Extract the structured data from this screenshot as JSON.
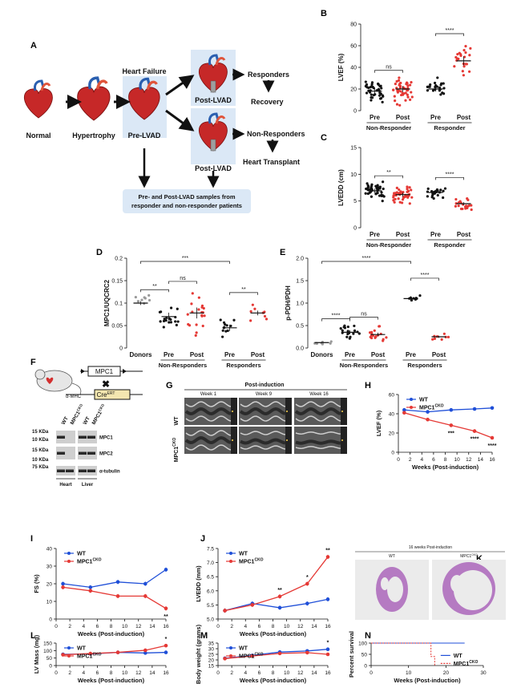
{
  "colors": {
    "black": "#111111",
    "red": "#e53935",
    "blue": "#1f4fd8",
    "heart": "#c62828",
    "box": "#dbe8f6"
  },
  "panelA": {
    "letter": "A",
    "stages": [
      "Normal",
      "Hypertrophy",
      "Pre-LVAD",
      "Post-LVAD",
      "Post-LVAD"
    ],
    "heart_failure": "Heart Failure",
    "outcomes": [
      "Responders",
      "Recovery",
      "Non-Responders",
      "Heart Transplant"
    ],
    "samples": [
      "Pre- and Post-LVAD samples from",
      "responder and non-responder patients"
    ]
  },
  "panelF": {
    "letter": "F",
    "mpc1_label": "MPC1",
    "alpha_mhc": "α-MHC",
    "cre": "Cre",
    "cre_sup": "ERT",
    "lanes": [
      "WT",
      "MPC1CKO",
      "WT",
      "MPC1CKO"
    ],
    "kda": [
      "15 KDa",
      "10 KDa",
      "15 KDa",
      "10 KDa",
      "75 KDa"
    ],
    "bands": [
      "MPC1",
      "MPC2",
      "α-tubulin"
    ],
    "tissues": [
      "Heart",
      "Liver"
    ]
  },
  "panelG": {
    "letter": "G",
    "title": "Post-induction",
    "weeks": [
      "Week 1",
      "Week 9",
      "Week 16"
    ],
    "rows": [
      "WT",
      "MPC1CKO"
    ]
  },
  "panelK": {
    "letter": "K",
    "title": "16 weeks Post-induction",
    "labels": [
      "WT",
      "MPC1CKO"
    ]
  },
  "chart_data": [
    {
      "panel": "B",
      "type": "scatter",
      "ylabel": "LVEF (%)",
      "ylim": [
        0,
        80
      ],
      "yticks": [
        0,
        20,
        40,
        60,
        80
      ],
      "categories": [
        "Pre",
        "Post",
        "Pre",
        "Post"
      ],
      "groups": [
        "Non-Responder",
        "Responder"
      ],
      "series": [
        {
          "means": [
            18,
            20,
            20,
            46
          ],
          "colors": [
            "black",
            "red",
            "black",
            "red"
          ],
          "n": [
            40,
            45,
            22,
            22
          ],
          "spread": [
            8,
            8,
            7,
            12
          ]
        }
      ],
      "annotations": [
        {
          "from": 0,
          "to": 1,
          "text": "ns"
        },
        {
          "from": 2,
          "to": 3,
          "text": "****"
        }
      ]
    },
    {
      "panel": "C",
      "type": "scatter",
      "ylabel": "LVEDD (cm)",
      "ylim": [
        0,
        15
      ],
      "yticks": [
        0,
        5,
        10,
        15
      ],
      "categories": [
        "Pre",
        "Post",
        "Pre",
        "Post"
      ],
      "groups": [
        "Non-Responder",
        "Responder"
      ],
      "series": [
        {
          "means": [
            6.9,
            6.2,
            6.6,
            4.5
          ],
          "colors": [
            "black",
            "red",
            "black",
            "red"
          ],
          "n": [
            40,
            45,
            22,
            22
          ],
          "spread": [
            1.2,
            1.1,
            1.0,
            0.8
          ]
        }
      ],
      "annotations": [
        {
          "from": 0,
          "to": 1,
          "text": "**"
        },
        {
          "from": 2,
          "to": 3,
          "text": "****"
        }
      ]
    },
    {
      "panel": "D",
      "type": "scatter",
      "ylabel": "MPC1/UQCRC2",
      "ylim": [
        0,
        0.2
      ],
      "yticks": [
        0.0,
        0.05,
        0.1,
        0.15,
        0.2
      ],
      "categories": [
        "Donors",
        "Pre",
        "Post",
        "Pre",
        "Post"
      ],
      "groups": [
        "Non-Responders",
        "Responders"
      ],
      "series": [
        {
          "means": [
            0.1,
            0.07,
            0.078,
            0.045,
            0.078
          ],
          "colors": [
            "gray",
            "black",
            "red",
            "black",
            "red"
          ],
          "n": [
            8,
            18,
            20,
            12,
            8
          ],
          "spread": [
            0.012,
            0.025,
            0.035,
            0.02,
            0.015
          ]
        }
      ],
      "annotations": [
        {
          "from": 0,
          "to": 1,
          "text": "**"
        },
        {
          "from": 1,
          "to": 2,
          "text": "ns"
        },
        {
          "from": 0,
          "to": 3,
          "text": "***"
        },
        {
          "from": 3,
          "to": 4,
          "text": "**"
        }
      ]
    },
    {
      "panel": "E",
      "type": "scatter",
      "ylabel": "p-PDH/PDH",
      "ylim": [
        0,
        2
      ],
      "yticks": [
        0.0,
        0.5,
        1.0,
        1.5,
        2.0
      ],
      "categories": [
        "Donors",
        "Pre",
        "Post",
        "Pre",
        "Post"
      ],
      "groups": [
        "Non-Responders",
        "Responders"
      ],
      "series": [
        {
          "means": [
            0.12,
            0.35,
            0.3,
            1.1,
            0.25
          ],
          "colors": [
            "gray",
            "black",
            "red",
            "black",
            "red"
          ],
          "n": [
            8,
            18,
            18,
            8,
            8
          ],
          "spread": [
            0.03,
            0.12,
            0.12,
            0.15,
            0.07
          ]
        }
      ],
      "annotations": [
        {
          "from": 0,
          "to": 1,
          "text": "****"
        },
        {
          "from": 1,
          "to": 2,
          "text": "ns"
        },
        {
          "from": 0,
          "to": 3,
          "text": "****"
        },
        {
          "from": 3,
          "to": 4,
          "text": "****"
        }
      ]
    },
    {
      "panel": "H",
      "type": "line",
      "ylabel": "LVEF (%)",
      "xlabel": "Weeks (Post-induction)",
      "xlim": [
        0,
        16
      ],
      "ylim": [
        0,
        60
      ],
      "xticks": [
        0,
        2,
        4,
        6,
        8,
        10,
        12,
        14,
        16
      ],
      "yticks": [
        0,
        20,
        40,
        60
      ],
      "x": [
        1,
        5,
        9,
        13,
        16
      ],
      "series": [
        {
          "name": "WT",
          "values": [
            44,
            42,
            44,
            45,
            46
          ],
          "color": "blue"
        },
        {
          "name": "MPC1CKO",
          "values": [
            41,
            34,
            28,
            22,
            15
          ],
          "color": "red"
        }
      ],
      "stars": [
        {
          "x": 9,
          "text": "***"
        },
        {
          "x": 13,
          "text": "****"
        },
        {
          "x": 16,
          "text": "****"
        }
      ]
    },
    {
      "panel": "I",
      "type": "line",
      "ylabel": "FS (%)",
      "xlabel": "Weeks (Post-induction)",
      "xlim": [
        0,
        16
      ],
      "ylim": [
        0,
        40
      ],
      "xticks": [
        0,
        2,
        4,
        6,
        8,
        10,
        12,
        14,
        16
      ],
      "yticks": [
        0,
        10,
        20,
        30,
        40
      ],
      "x": [
        1,
        5,
        9,
        13,
        16
      ],
      "series": [
        {
          "name": "WT",
          "values": [
            20,
            18,
            21,
            20,
            28
          ],
          "color": "blue"
        },
        {
          "name": "MPC1CKO",
          "values": [
            18,
            16,
            13,
            13,
            6
          ],
          "color": "red"
        }
      ],
      "stars": [
        {
          "x": 16,
          "text": "**"
        }
      ]
    },
    {
      "panel": "J",
      "type": "line",
      "ylabel": "LVEDD (mm)",
      "xlabel": "Weeks (Post-induction)",
      "xlim": [
        0,
        16
      ],
      "ylim": [
        5.0,
        7.5
      ],
      "xticks": [
        0,
        2,
        4,
        6,
        8,
        10,
        12,
        14,
        16
      ],
      "yticks": [
        5.0,
        5.5,
        6.0,
        6.5,
        7.0,
        7.5
      ],
      "x": [
        1,
        5,
        9,
        13,
        16
      ],
      "series": [
        {
          "name": "WT",
          "values": [
            5.3,
            5.55,
            5.4,
            5.55,
            5.7
          ],
          "color": "blue"
        },
        {
          "name": "MPC1CKO",
          "values": [
            5.3,
            5.5,
            5.8,
            6.25,
            7.2
          ],
          "color": "red"
        }
      ],
      "stars": [
        {
          "x": 9,
          "text": "**"
        },
        {
          "x": 13,
          "text": "*"
        },
        {
          "x": 16,
          "text": "**"
        }
      ]
    },
    {
      "panel": "L",
      "type": "line",
      "ylabel": "LV Mass (mg)",
      "xlabel": "Weeks (Post-induction)",
      "xlim": [
        0,
        16
      ],
      "ylim": [
        0,
        150
      ],
      "xticks": [
        0,
        2,
        4,
        6,
        8,
        10,
        12,
        14,
        16
      ],
      "yticks": [
        0,
        50,
        100,
        150
      ],
      "x": [
        1,
        5,
        9,
        13,
        16
      ],
      "series": [
        {
          "name": "WT",
          "values": [
            75,
            78,
            88,
            84,
            88
          ],
          "color": "blue"
        },
        {
          "name": "MPC1CKO",
          "values": [
            72,
            80,
            88,
            102,
            133
          ],
          "color": "red"
        }
      ],
      "stars": [
        {
          "x": 16,
          "text": "*"
        }
      ]
    },
    {
      "panel": "M",
      "type": "line",
      "ylabel": "Body weight (grams)",
      "xlabel": "Weeks (Post-induction)",
      "xlim": [
        0,
        16
      ],
      "ylim": [
        15,
        35
      ],
      "xticks": [
        0,
        2,
        4,
        6,
        8,
        10,
        12,
        14,
        16
      ],
      "yticks": [
        15,
        20,
        25,
        30,
        35
      ],
      "x": [
        1,
        5,
        9,
        13,
        16
      ],
      "series": [
        {
          "name": "WT",
          "values": [
            21.5,
            24,
            27,
            28,
            29.5
          ],
          "color": "blue"
        },
        {
          "name": "MPC1CKO",
          "values": [
            21.2,
            23.5,
            25.8,
            26.5,
            25
          ],
          "color": "red"
        }
      ],
      "stars": [
        {
          "x": 16,
          "text": "*"
        }
      ]
    },
    {
      "panel": "N",
      "type": "line",
      "ylabel": "Percent survival",
      "xlabel": "Weeks (Post-induction)",
      "xlim": [
        0,
        30
      ],
      "ylim": [
        0,
        100
      ],
      "xticks": [
        0,
        10,
        20,
        30
      ],
      "yticks": [
        0,
        50,
        100
      ],
      "series": [
        {
          "name": "WT",
          "x": [
            0,
            25
          ],
          "values": [
            100,
            100
          ],
          "color": "blue"
        },
        {
          "name": "MPC1CKO",
          "x": [
            0,
            16,
            16,
            17,
            17
          ],
          "values": [
            100,
            100,
            40,
            40,
            0
          ],
          "color": "red"
        }
      ]
    }
  ]
}
